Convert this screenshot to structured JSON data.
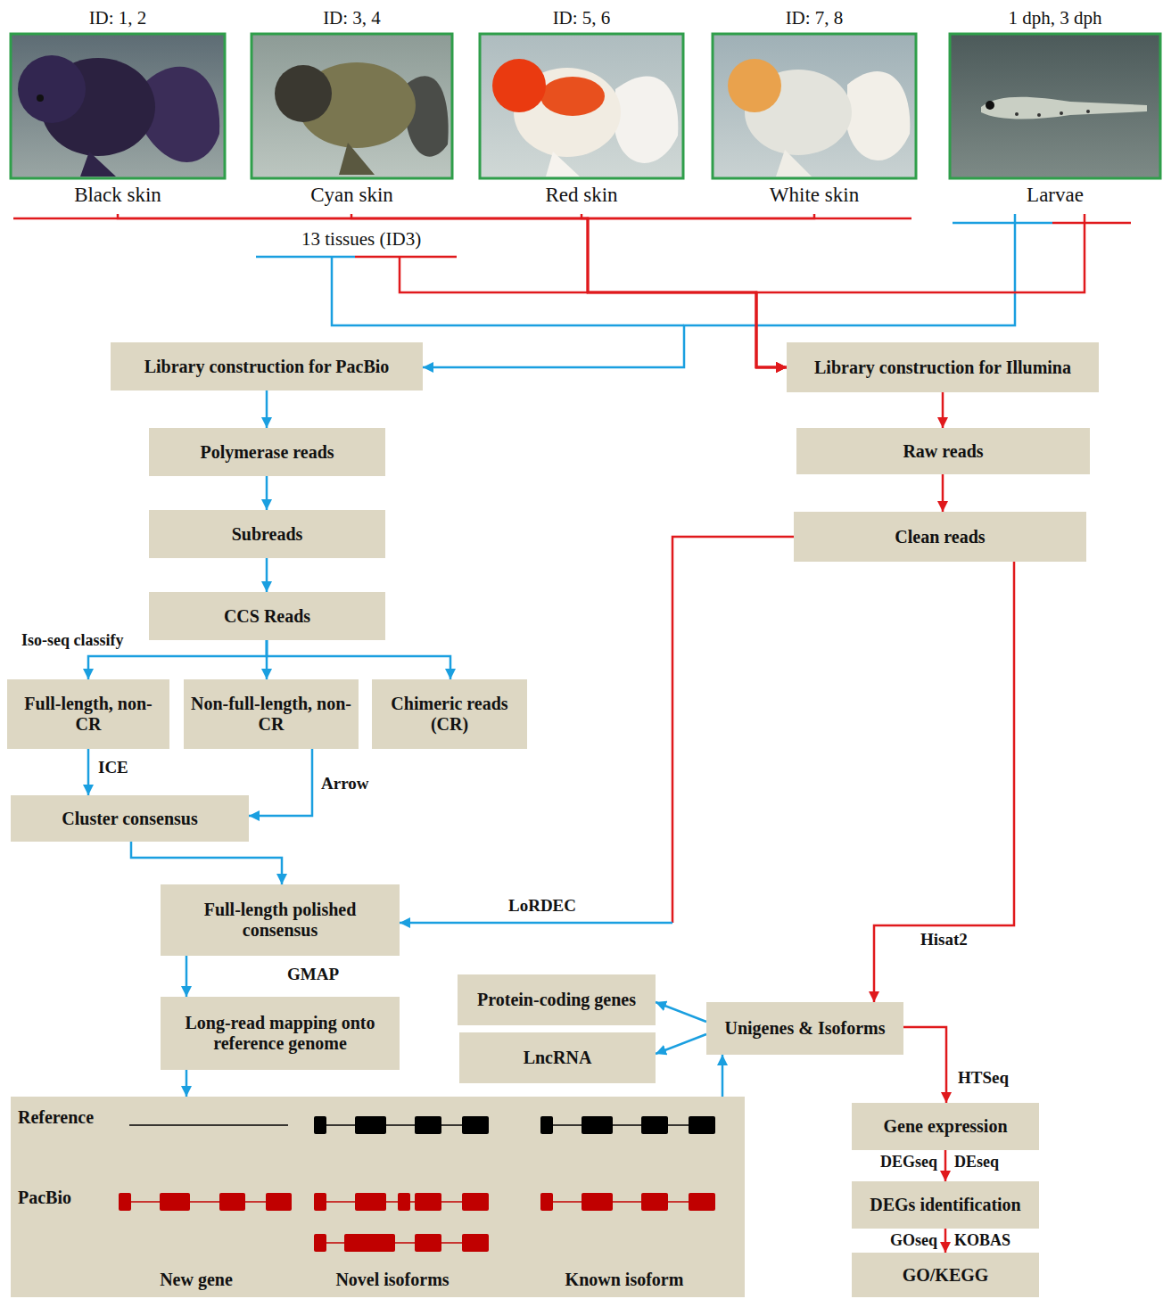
{
  "diagram": {
    "nodes": [
      {
        "text": [
          "ID: 1, 2",
          "Black skin"
        ]
      },
      {
        "text": [
          "ID: 3, 4",
          "Cyan skin"
        ]
      },
      {
        "text": [
          "ID: 5, 6",
          "Red skin"
        ]
      },
      {
        "text": [
          "ID: 7, 8",
          "White skin"
        ]
      },
      {
        "text": [
          "1 dph, 3 dph",
          "Larvae"
        ]
      },
      {
        "text": [
          "Library construction for PacBio"
        ]
      },
      {
        "text": [
          "Library construction for Illumina"
        ]
      },
      {
        "text": [
          "Polymerase reads"
        ]
      },
      {
        "text": [
          "Raw reads"
        ]
      },
      {
        "text": [
          "Subreads"
        ]
      },
      {
        "text": [
          "Clean reads"
        ]
      },
      {
        "text": [
          "CCS Reads"
        ]
      },
      {
        "text": [
          "Full-length, non-CR"
        ]
      },
      {
        "text": [
          "Non-full-length, non-CR"
        ]
      },
      {
        "text": [
          "Chimeric reads (CR)"
        ]
      },
      {
        "text": [
          "Cluster consensus"
        ]
      },
      {
        "text": [
          "Full-length polished consensus"
        ]
      },
      {
        "text": [
          "Long-read mapping onto reference genome"
        ]
      },
      {
        "text": [
          "Protein-coding genes"
        ]
      },
      {
        "text": [
          "Unigenes & Isoforms"
        ]
      },
      {
        "text": [
          "LncRNA"
        ]
      },
      {
        "text": [
          "Gene expression"
        ]
      },
      {
        "text": [
          "DEGs identification"
        ]
      },
      {
        "text": [
          "GO/KEGG"
        ]
      },
      {
        "text": [
          "Reference",
          "PacBio",
          "New gene",
          "Novel isoforms",
          "Known isoform"
        ]
      }
    ],
    "edges": [
      {
        "from": 4,
        "to": 5,
        "arrow": "to"
      },
      {
        "from": 0,
        "to": 6,
        "arrow": "to"
      },
      {
        "from": 1,
        "to": 6,
        "arrow": "to"
      },
      {
        "from": 2,
        "to": 6,
        "arrow": "to"
      },
      {
        "from": 3,
        "to": 6,
        "arrow": "to"
      },
      {
        "from": 4,
        "to": 6,
        "arrow": "to"
      },
      {
        "from": 5,
        "to": 7,
        "arrow": "to"
      },
      {
        "from": 7,
        "to": 9,
        "arrow": "to"
      },
      {
        "from": 9,
        "to": 11,
        "arrow": "to"
      },
      {
        "from": 6,
        "to": 8,
        "arrow": "to"
      },
      {
        "from": 8,
        "to": 10,
        "arrow": "to"
      },
      {
        "from": 11,
        "to": 12,
        "arrow": "to"
      },
      {
        "from": 11,
        "to": 13,
        "arrow": "to"
      },
      {
        "from": 11,
        "to": 14,
        "arrow": "to"
      },
      {
        "from": 12,
        "to": 15,
        "label": "ICE",
        "arrow": "to"
      },
      {
        "from": 13,
        "to": 15,
        "label": "Arrow",
        "arrow": "to"
      },
      {
        "from": 15,
        "to": 16,
        "arrow": "to"
      },
      {
        "from": 10,
        "to": 16,
        "label": "LoRDEC",
        "arrow": "to"
      },
      {
        "from": 10,
        "to": 19,
        "label": "Hisat2",
        "arrow": "to"
      },
      {
        "from": 16,
        "to": 17,
        "label": "GMAP",
        "arrow": "to"
      },
      {
        "from": 17,
        "to": 24,
        "arrow": "to"
      },
      {
        "from": 24,
        "to": 19,
        "arrow": "to"
      },
      {
        "from": 19,
        "to": 18,
        "arrow": "to"
      },
      {
        "from": 19,
        "to": 20,
        "arrow": "to"
      },
      {
        "from": 19,
        "to": 21,
        "label": "HTSeq",
        "arrow": "to"
      },
      {
        "from": 21,
        "to": 22,
        "arrow": "to"
      },
      {
        "from": 22,
        "to": 23,
        "arrow": "to"
      }
    ],
    "labels": [
      "13 tissues (ID3)",
      "Iso-seq classify",
      "DEGseq",
      "DEseq",
      "GOseq",
      "KOBAS"
    ]
  }
}
